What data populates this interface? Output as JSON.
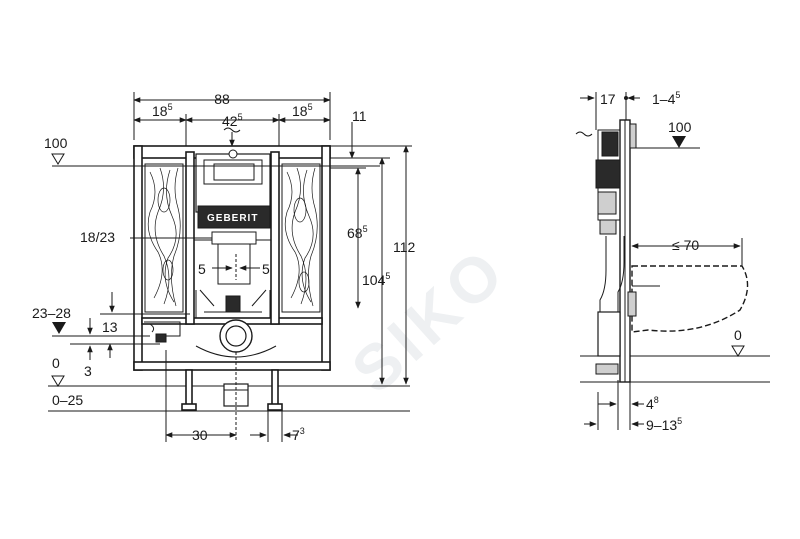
{
  "watermark": "SIKO",
  "logo": {
    "text": "GEBERIT"
  },
  "front_view": {
    "dims": {
      "total_width": "88",
      "left_panel": {
        "main": "18",
        "sup": "5"
      },
      "center": {
        "main": "42",
        "sup": "5"
      },
      "right_panel": {
        "main": "18",
        "sup": "5"
      },
      "top_offset": "11",
      "level_100": "100",
      "height_685": {
        "main": "68",
        "sup": "5"
      },
      "height_1045": {
        "main": "104",
        "sup": "5"
      },
      "height_112": "112",
      "fix_1823": "18/23",
      "left_5": "5",
      "right_5": "5",
      "range_2328": "23–28",
      "val_13": "13",
      "level_0": "0",
      "val_3": "3",
      "range_025": "0–25",
      "spacing_30": "30",
      "val_73": {
        "main": "7",
        "sup": "3"
      }
    }
  },
  "side_view": {
    "dims": {
      "depth_17": "17",
      "range_145": {
        "main": "1–4",
        "sup": "5"
      },
      "level_100": "100",
      "max_70": "≤ 70",
      "level_0": "0",
      "val_48": {
        "main": "4",
        "sup": "8"
      },
      "range_9135": {
        "main": "9–13",
        "sup": "5"
      }
    }
  }
}
